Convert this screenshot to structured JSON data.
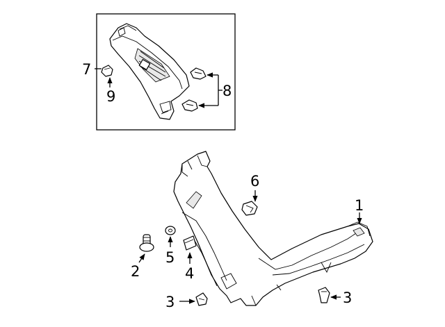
{
  "callouts": {
    "part_1": "1",
    "part_2": "2",
    "part_3_left": "3",
    "part_3_right": "3",
    "part_4": "4",
    "part_5": "5",
    "part_6": "6",
    "part_7": "7",
    "part_8": "8",
    "part_9": "9"
  }
}
